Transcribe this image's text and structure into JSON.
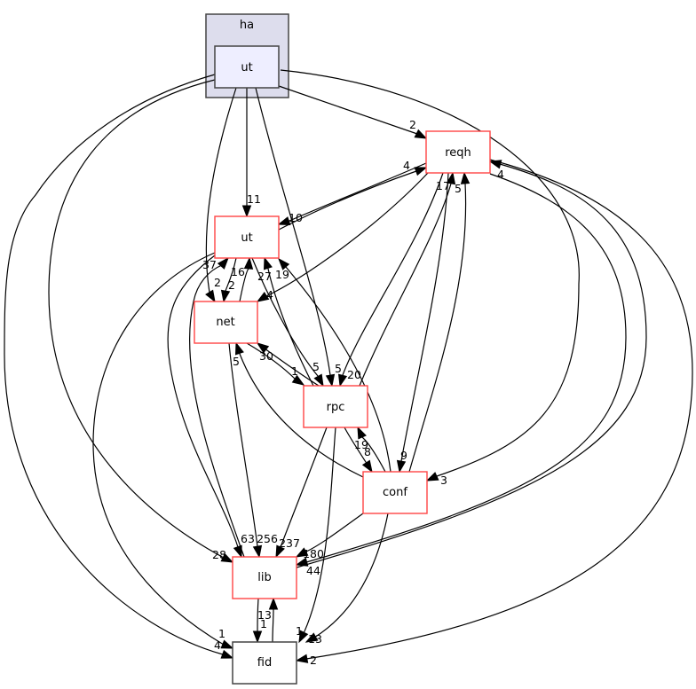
{
  "cluster": {
    "label": "ha",
    "fill": "#dddded",
    "stroke": "#444444"
  },
  "nodes": [
    {
      "id": "ha_ut",
      "label": "ut",
      "style": "cluster-member",
      "fill": "#eeeeff",
      "stroke": "#444444"
    },
    {
      "id": "reqh",
      "label": "reqh",
      "style": "linked",
      "fill": "#ffffff",
      "stroke": "#ff4444"
    },
    {
      "id": "ut",
      "label": "ut",
      "style": "linked",
      "fill": "#ffffff",
      "stroke": "#ff4444"
    },
    {
      "id": "net",
      "label": "net",
      "style": "linked",
      "fill": "#ffffff",
      "stroke": "#ff4444"
    },
    {
      "id": "rpc",
      "label": "rpc",
      "style": "linked",
      "fill": "#ffffff",
      "stroke": "#ff4444"
    },
    {
      "id": "conf",
      "label": "conf",
      "style": "linked",
      "fill": "#ffffff",
      "stroke": "#ff4444"
    },
    {
      "id": "lib",
      "label": "lib",
      "style": "linked",
      "fill": "#ffffff",
      "stroke": "#ff4444"
    },
    {
      "id": "fid",
      "label": "fid",
      "style": "plain",
      "fill": "#ffffff",
      "stroke": "#444444"
    }
  ],
  "edges": [
    {
      "from": "ha_ut",
      "to": "reqh",
      "label": "2"
    },
    {
      "from": "ha_ut",
      "to": "ut",
      "label": "11"
    },
    {
      "from": "ha_ut",
      "to": "net",
      "label": "2"
    },
    {
      "from": "ha_ut",
      "to": "rpc",
      "label": "5"
    },
    {
      "from": "ha_ut",
      "to": "conf",
      "label": "3"
    },
    {
      "from": "ha_ut",
      "to": "lib",
      "label": "28"
    },
    {
      "from": "ha_ut",
      "to": "fid",
      "label": "4"
    },
    {
      "from": "reqh",
      "to": "ut",
      "label": "10"
    },
    {
      "from": "ut",
      "to": "reqh",
      "label": "4"
    },
    {
      "from": "reqh",
      "to": "net",
      "label": "4"
    },
    {
      "from": "reqh",
      "to": "rpc",
      "label": "20"
    },
    {
      "from": "rpc",
      "to": "reqh",
      "label": "17"
    },
    {
      "from": "reqh",
      "to": "conf",
      "label": "9"
    },
    {
      "from": "conf",
      "to": "reqh",
      "label": "5"
    },
    {
      "from": "reqh",
      "to": "lib",
      "label": "44"
    },
    {
      "from": "lib",
      "to": "reqh",
      "label": "4"
    },
    {
      "from": "reqh",
      "to": "fid",
      "label": "2"
    },
    {
      "from": "ut",
      "to": "net",
      "label": "2"
    },
    {
      "from": "net",
      "to": "ut",
      "label": "16"
    },
    {
      "from": "ut",
      "to": "rpc",
      "label": "5"
    },
    {
      "from": "rpc",
      "to": "ut",
      "label": "27"
    },
    {
      "from": "conf",
      "to": "ut",
      "label": "19"
    },
    {
      "from": "lib",
      "to": "ut",
      "label": "37"
    },
    {
      "from": "ut",
      "to": "lib",
      "label": "63"
    },
    {
      "from": "ut",
      "to": "fid",
      "label": "1"
    },
    {
      "from": "net",
      "to": "rpc",
      "label": "1"
    },
    {
      "from": "rpc",
      "to": "net",
      "label": "30"
    },
    {
      "from": "conf",
      "to": "net",
      "label": "5"
    },
    {
      "from": "net",
      "to": "lib",
      "label": "256"
    },
    {
      "from": "rpc",
      "to": "conf",
      "label": "8"
    },
    {
      "from": "conf",
      "to": "rpc",
      "label": "19"
    },
    {
      "from": "rpc",
      "to": "lib",
      "label": "237"
    },
    {
      "from": "rpc",
      "to": "fid",
      "label": "1"
    },
    {
      "from": "conf",
      "to": "lib",
      "label": "180"
    },
    {
      "from": "conf",
      "to": "fid",
      "label": "13"
    },
    {
      "from": "lib",
      "to": "fid",
      "label": "1"
    },
    {
      "from": "fid",
      "to": "lib",
      "label": "13"
    }
  ]
}
